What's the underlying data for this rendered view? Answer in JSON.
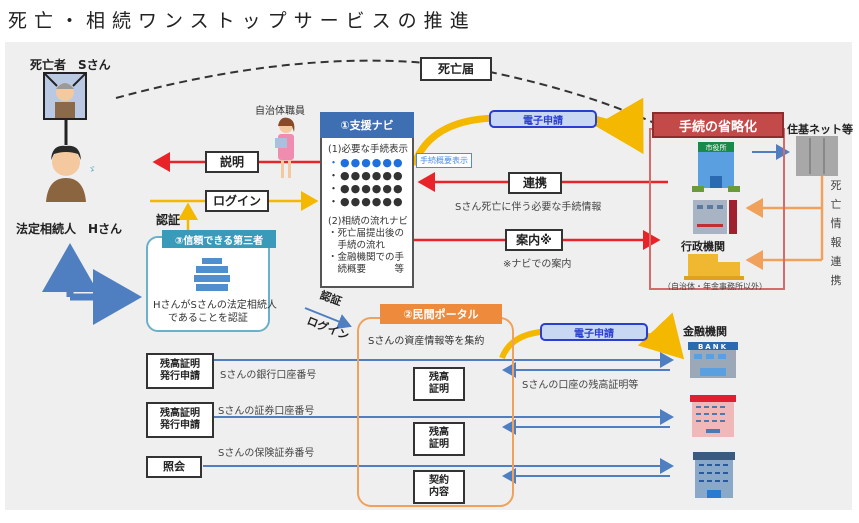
{
  "title": "死亡・相続ワンストップサービスの推進",
  "actors": {
    "deceased": "死亡者　Sさん",
    "heir": "法定相続人　Hさん",
    "staff": "自治体職員"
  },
  "flows": {
    "explain": "説明",
    "login": "ログイン",
    "auth": "認証",
    "death_notice": "死亡届",
    "link": "連携",
    "link_note": "Sさん死亡に伴う必要な手続情報",
    "guide": "案内※",
    "guide_note": "※ナビでの案内",
    "e_apply_top": "電子申請",
    "e_apply_bottom": "電子申請",
    "auth_diag": "認証",
    "login_diag": "ログイン"
  },
  "navi": {
    "header": "①支援ナビ",
    "section1": "(1)必要な手続表示",
    "dots_highlight": "・●●●●●●",
    "dots_rows": [
      "・●●●●●●",
      "・●●●●●●",
      "・●●●●●●"
    ],
    "tag": "手続概要表示",
    "section2": "(2)相続の流れナビ",
    "items": [
      "・死亡届提出後の",
      "　手続の流れ",
      "・金融機関での手",
      "　続概要　　　等"
    ]
  },
  "trust": {
    "header": "③信頼できる第三者",
    "text1": "HさんがSさんの法定相続人",
    "text2": "であることを認証"
  },
  "gov": {
    "header": "手続の省略化",
    "city_hall_sign": "市役所",
    "admin_label": "行政機関",
    "admin_note": "（自治体・年金事務所以外）",
    "juki_label": "住基ネット等",
    "death_info_vertical": [
      "死",
      "亡",
      "情",
      "報",
      "連",
      "携"
    ]
  },
  "portal": {
    "header": "②民間ポータル",
    "subtitle": "Sさんの資産情報等を集約",
    "cards": [
      {
        "l1": "残高",
        "l2": "証明"
      },
      {
        "l1": "残高",
        "l2": "証明"
      },
      {
        "l1": "契約",
        "l2": "内容"
      }
    ]
  },
  "requests": [
    {
      "l1": "残高証明",
      "l2": "発行申請",
      "note": "Sさんの銀行口座番号"
    },
    {
      "l1": "残高証明",
      "l2": "発行申請",
      "note": "Sさんの証券口座番号"
    },
    {
      "l1": "照会",
      "l2": "",
      "note": "Sさんの保険証券番号"
    }
  ],
  "finance": {
    "label": "金融機関",
    "return_note": "Sさんの口座の残高証明等",
    "bank_sign": "BANK"
  },
  "colors": {
    "red": "#e8232a",
    "yellow": "#f5b800",
    "blue": "#4f7fc0",
    "orange": "#f0a25c",
    "navi_header": "#3f6fb3",
    "gov_header": "#c44a4a",
    "trust_header": "#3a9ab9",
    "portal_header": "#ed8a3c"
  }
}
